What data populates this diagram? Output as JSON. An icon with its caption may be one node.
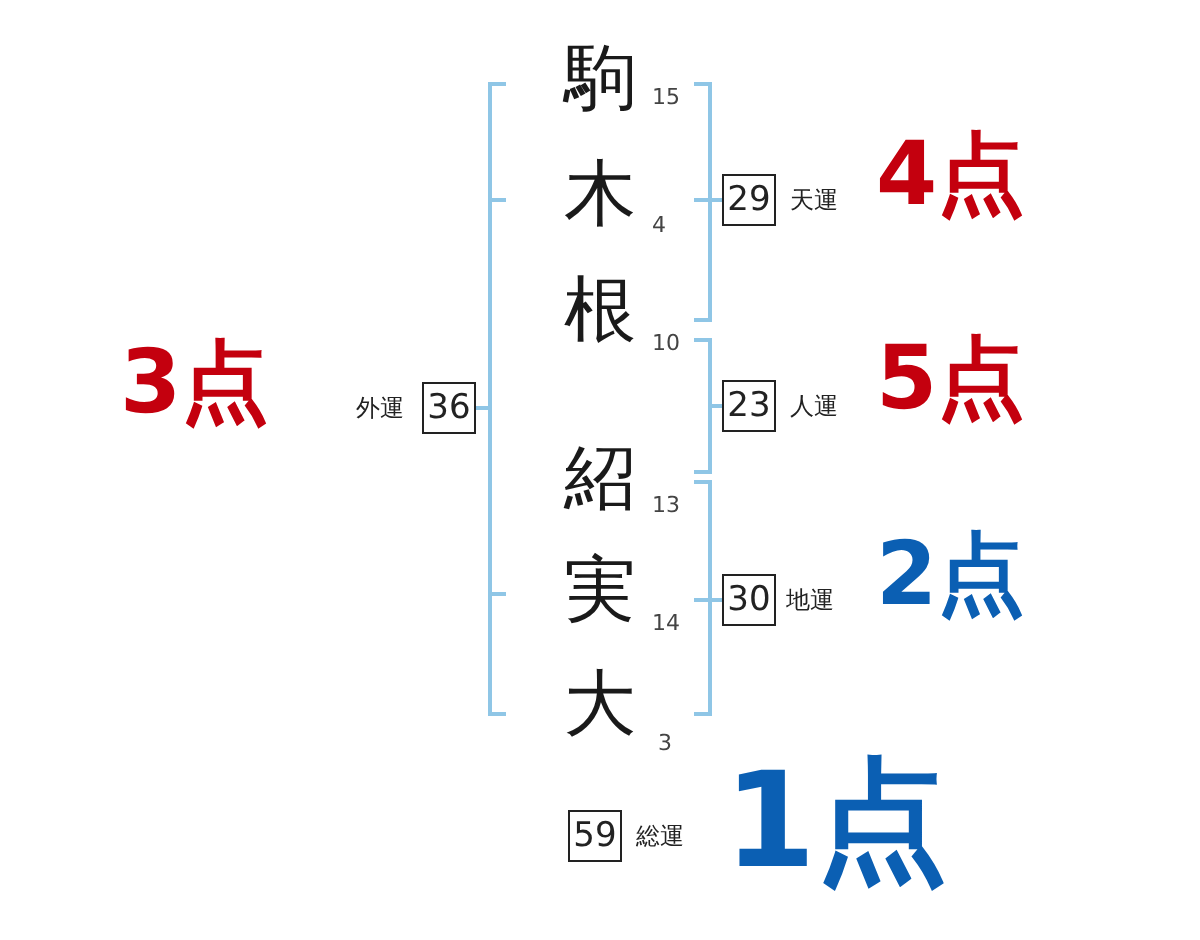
{
  "diagram": {
    "nodes": [
      {
        "text": [
          "29"
        ],
        "beside": [
          "天運",
          "4点"
        ]
      },
      {
        "text": [
          "36"
        ],
        "beside": [
          "3点",
          "外運"
        ]
      },
      {
        "text": [
          "23"
        ],
        "beside": [
          "人運",
          "5点"
        ]
      },
      {
        "text": [
          "30"
        ],
        "beside": [
          "地運",
          "2点"
        ]
      },
      {
        "text": [
          "59"
        ],
        "beside": [
          "総運",
          "1点"
        ]
      }
    ],
    "labels": [
      "駒",
      "15",
      "木",
      "4",
      "根",
      "10",
      "紹",
      "13",
      "実",
      "14",
      "大",
      "3"
    ]
  }
}
